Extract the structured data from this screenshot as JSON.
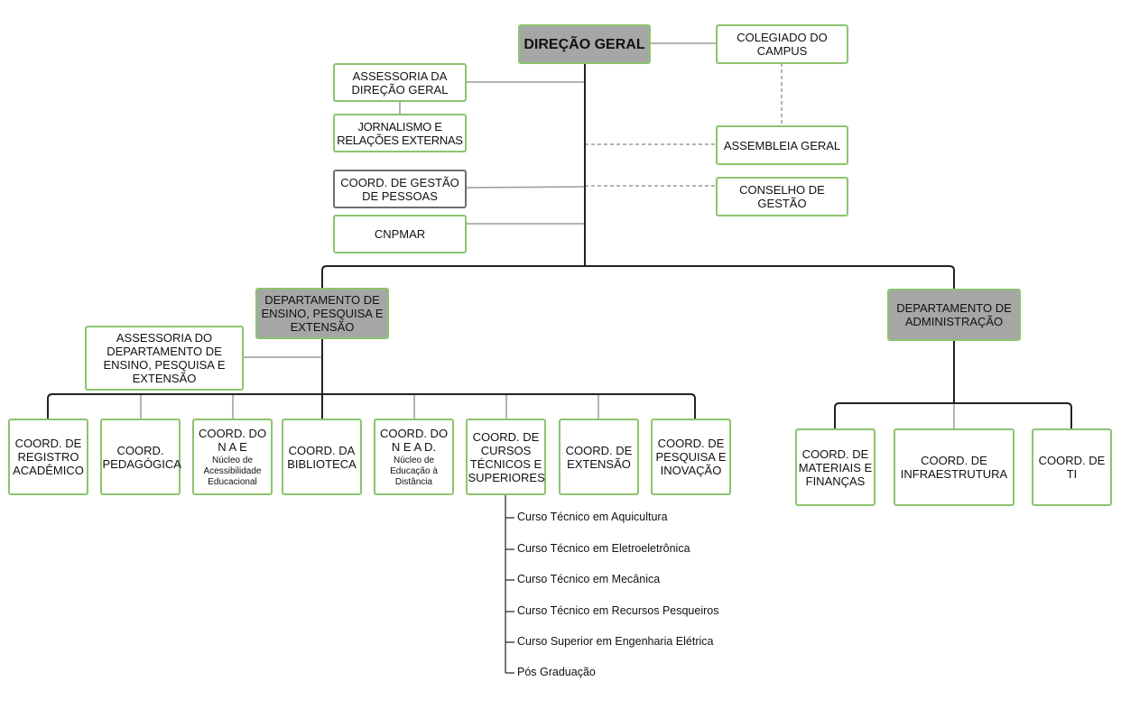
{
  "top": {
    "direcao": "DIREÇÃO GERAL",
    "colegiado": "COLEGIADO DO CAMPUS",
    "assembleia": "ASSEMBLEIA GERAL",
    "conselho": "CONSELHO DE GESTÃO",
    "assessoria": "ASSESSORIA DA DIREÇÃO GERAL",
    "jornalismo": "JORNALISMO E RELAÇÕES EXTERNAS",
    "gestao_pessoas": "COORD. DE GESTÃO DE PESSOAS",
    "cnpmar": "CNPMAR"
  },
  "depto_ensino": {
    "title": "DEPARTAMENTO DE ENSINO, PESQUISA E EXTENSÃO",
    "assessoria": "ASSESSORIA DO DEPARTAMENTO DE ENSINO, PESQUISA E EXTENSÃO",
    "coords": [
      {
        "label": "COORD. DE REGISTRO ACADÊMICO",
        "sub": ""
      },
      {
        "label": "COORD. PEDAGÓGICA",
        "sub": ""
      },
      {
        "label": "COORD. DO N A E",
        "sub": "Núcleo de Acessibilidade Educacional"
      },
      {
        "label": "COORD. DA BIBLIOTECA",
        "sub": ""
      },
      {
        "label": "COORD. DO N E A D.",
        "sub": "Núcleo de Educação à Distância"
      },
      {
        "label": "COORD. DE CURSOS TÉCNICOS E SUPERIORES",
        "sub": ""
      },
      {
        "label": "COORD. DE EXTENSÃO",
        "sub": ""
      },
      {
        "label": "COORD. DE PESQUISA E INOVAÇÃO",
        "sub": ""
      }
    ],
    "courses": [
      "Curso Técnico em Aquicultura",
      "Curso Técnico em Eletroeletrônica",
      "Curso Técnico em Mecânica",
      "Curso Técnico em Recursos Pesqueiros",
      "Curso Superior em Engenharia Elétrica",
      "Pós Graduação"
    ]
  },
  "depto_adm": {
    "title": "DEPARTAMENTO DE ADMINISTRAÇÃO",
    "coords": [
      {
        "label": "COORD. DE MATERIAIS E FINANÇAS"
      },
      {
        "label": "COORD. DE INFRAESTRUTURA"
      },
      {
        "label": "COORD. DE TI"
      }
    ]
  },
  "colors": {
    "border": "#8cc46e",
    "head_fill": "#a6a6a6",
    "line": "#222222",
    "connector": "#9a9a9a"
  }
}
